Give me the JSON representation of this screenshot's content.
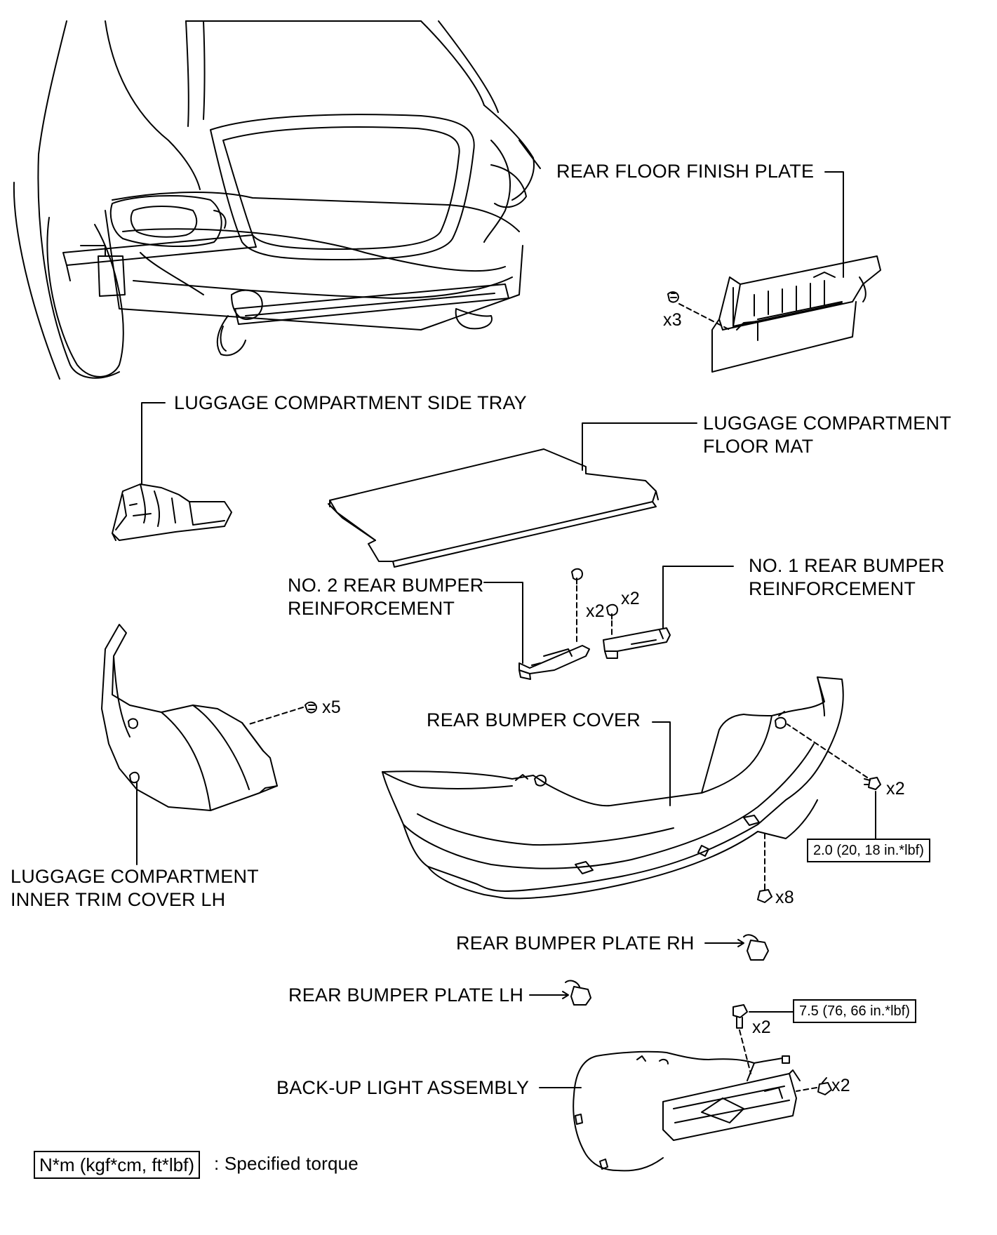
{
  "labels": {
    "rear_floor_finish_plate": "REAR FLOOR FINISH PLATE",
    "luggage_side_tray": "LUGGAGE COMPARTMENT SIDE TRAY",
    "floor_mat_line1": "LUGGAGE COMPARTMENT",
    "floor_mat_line2": "FLOOR MAT",
    "no2_reinf_line1": "NO. 2 REAR BUMPER",
    "no2_reinf_line2": "REINFORCEMENT",
    "no1_reinf_line1": "NO. 1 REAR BUMPER",
    "no1_reinf_line2": "REINFORCEMENT",
    "rear_bumper_cover": "REAR BUMPER COVER",
    "inner_trim_line1": "LUGGAGE COMPARTMENT",
    "inner_trim_line2": "INNER TRIM COVER LH",
    "plate_rh": "REAR BUMPER PLATE RH",
    "plate_lh": "REAR BUMPER PLATE LH",
    "backup_light": "BACK-UP LIGHT ASSEMBLY"
  },
  "quantities": {
    "finish_plate_clips": "x3",
    "no2_clips": "x2",
    "no1_clips": "x2",
    "trim_clips": "x5",
    "cover_screws": "x2",
    "cover_clips": "x8",
    "light_bolts": "x2",
    "light_clips": "x2"
  },
  "torques": {
    "cover_screw": "2.0 (20, 18 in.*lbf)",
    "light_bolt": "7.5 (76, 66 in.*lbf)"
  },
  "legend": {
    "unit": "N*m (kgf*cm, ft*lbf)",
    "text": ": Specified torque"
  }
}
